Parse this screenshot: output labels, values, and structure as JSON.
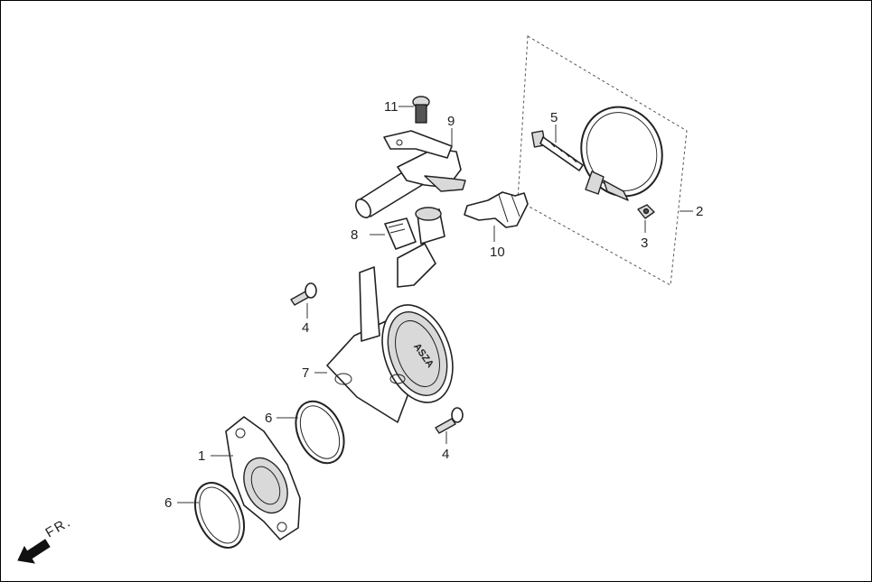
{
  "diagram": {
    "callouts": [
      {
        "id": "c1",
        "label": "1"
      },
      {
        "id": "c2",
        "label": "2"
      },
      {
        "id": "c3",
        "label": "3"
      },
      {
        "id": "c4a",
        "label": "4"
      },
      {
        "id": "c4b",
        "label": "4"
      },
      {
        "id": "c5",
        "label": "5"
      },
      {
        "id": "c6a",
        "label": "6"
      },
      {
        "id": "c6b",
        "label": "6"
      },
      {
        "id": "c7",
        "label": "7"
      },
      {
        "id": "c8",
        "label": "8"
      },
      {
        "id": "c9",
        "label": "9"
      },
      {
        "id": "c10",
        "label": "10"
      },
      {
        "id": "c11",
        "label": "11"
      }
    ],
    "embossed_text": "ASZA",
    "direction_label": "FR.",
    "colors": {
      "line": "#222222",
      "fill": "#ffffff",
      "shade": "#d9d9d9",
      "dark": "#555555"
    }
  }
}
